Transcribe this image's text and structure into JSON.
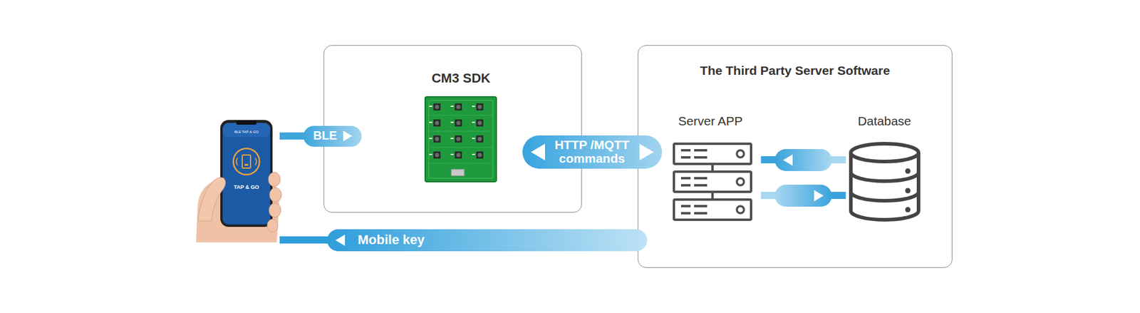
{
  "diagram": {
    "nodes": [
      {
        "text": [
          "BLE TAP & GO",
          "TAP & GO"
        ]
      },
      {
        "text": [
          "CM3 SDK"
        ]
      },
      {
        "text": [
          "The Third Party Server Software"
        ]
      },
      {
        "text": [
          "Server APP"
        ],
        "in": 2
      },
      {
        "text": [
          "Database"
        ],
        "in": 2
      }
    ],
    "edges": [
      {
        "from": 0,
        "to": 1,
        "label": "BLE",
        "arrow": "to"
      },
      {
        "from": 1,
        "to": 3,
        "label": "HTTP /MQTT commands",
        "arrow": "both"
      },
      {
        "from": 4,
        "to": 3,
        "arrow": "to"
      },
      {
        "from": 3,
        "to": 4,
        "arrow": "to"
      },
      {
        "from": 2,
        "to": 0,
        "label": "Mobile key",
        "arrow": "to"
      }
    ]
  }
}
